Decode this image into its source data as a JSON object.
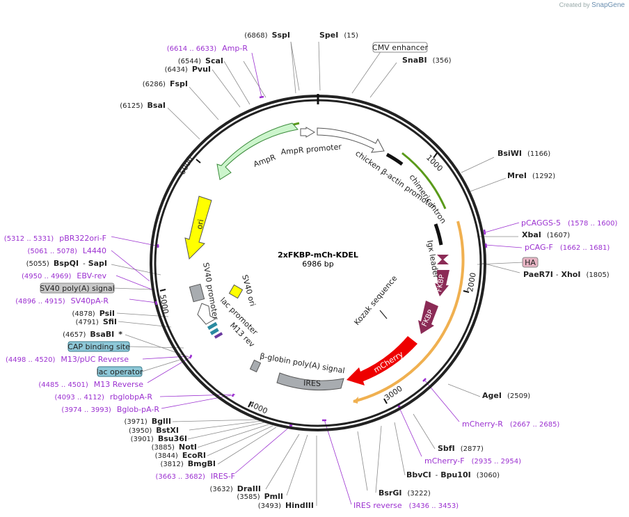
{
  "credit": {
    "prefix": "Created by",
    "brand": "SnapGene"
  },
  "plasmid": {
    "name": "2xFKBP-mCh-KDEL",
    "length_label": "6986 bp",
    "length": 6986
  },
  "colors": {
    "backbone": "#222222",
    "primer": "#9b30d0",
    "site_line": "#888888",
    "yellow": "#ffff00",
    "ampr": "#ccf5cc",
    "ampr_border": "#3a8a3a",
    "fkbp": "#8b2b56",
    "mcherry": "#ee0000",
    "gray_feature": "#a8acb0",
    "promoter_fill": "#ffffff",
    "intron": "#111111",
    "green_arc": "#5a9a1a",
    "orange_arc": "#f0b050",
    "cap_box": "#8ec8d8",
    "label_box_gray": "#c8c8c8",
    "ha_box": "#e8b4c4"
  },
  "tick_labels": [
    "1000",
    "2000",
    "3000",
    "4000",
    "5000",
    "6000"
  ],
  "sites": [
    {
      "name": "SpeI",
      "pos": "(15)"
    },
    {
      "name": "SnaBI",
      "pos": "(356)"
    },
    {
      "name": "BsiWI",
      "pos": "(1166)"
    },
    {
      "name": "MreI",
      "pos": "(1292)"
    },
    {
      "name": "XbaI",
      "pos": "(1607)"
    },
    {
      "name": "PaeR7I",
      "name2": "XhoI",
      "pos": "(1805)"
    },
    {
      "name": "AgeI",
      "pos": "(2509)"
    },
    {
      "name": "SbfI",
      "pos": "(2877)"
    },
    {
      "name": "BbvCI",
      "name2": "Bpu10I",
      "pos": "(3060)"
    },
    {
      "name": "BsrGI",
      "pos": "(3222)"
    },
    {
      "name": "HindIII",
      "pos": "(3493)"
    },
    {
      "name": "PmlI",
      "pos": "(3585)"
    },
    {
      "name": "DraIII",
      "pos": "(3632)"
    },
    {
      "name": "BmgBI",
      "pos": "(3812)"
    },
    {
      "name": "EcoRI",
      "pos": "(3844)"
    },
    {
      "name": "NotI",
      "pos": "(3885)"
    },
    {
      "name": "Bsu36I",
      "pos": "(3901)"
    },
    {
      "name": "BstXI",
      "pos": "(3950)"
    },
    {
      "name": "BglII",
      "pos": "(3971)"
    },
    {
      "name": "BsaBI",
      "star": "*",
      "pos": "(4657)"
    },
    {
      "name": "SfiI",
      "pos": "(4791)"
    },
    {
      "name": "PsiI",
      "pos": "(4878)"
    },
    {
      "name": "BspQI",
      "name2": "SapI",
      "pos": "(5055)"
    },
    {
      "name": "BsaI",
      "pos": "(6125)"
    },
    {
      "name": "FspI",
      "pos": "(6286)"
    },
    {
      "name": "PvuI",
      "pos": "(6434)"
    },
    {
      "name": "ScaI",
      "pos": "(6544)"
    },
    {
      "name": "SspI",
      "pos": "(6868)"
    }
  ],
  "primers": [
    {
      "name": "Amp-R",
      "range": "(6614 .. 6633)"
    },
    {
      "name": "pCAGGS-5",
      "range": "(1578 .. 1600)"
    },
    {
      "name": "pCAG-F",
      "range": "(1662 .. 1681)"
    },
    {
      "name": "mCherry-R",
      "range": "(2667 .. 2685)"
    },
    {
      "name": "mCherry-F",
      "range": "(2935 .. 2954)"
    },
    {
      "name": "IRES reverse",
      "range": "(3436 .. 3453)"
    },
    {
      "name": "IRES-F",
      "range": "(3663 .. 3682)"
    },
    {
      "name": "Bglob-pA-R",
      "range": "(3974 .. 3993)"
    },
    {
      "name": "rbglobpA-R",
      "range": "(4093 .. 4112)"
    },
    {
      "name": "M13 Reverse",
      "range": "(4485 .. 4501)"
    },
    {
      "name": "M13/pUC Reverse",
      "range": "(4498 .. 4520)"
    },
    {
      "name": "SV40pA-R",
      "range": "(4896 .. 4915)"
    },
    {
      "name": "EBV-rev",
      "range": "(4950 .. 4969)"
    },
    {
      "name": "L4440",
      "range": "(5061 .. 5078)"
    },
    {
      "name": "pBR322ori-F",
      "range": "(5312 .. 5331)"
    }
  ],
  "boxed_labels": {
    "cmv": "CMV enhancer",
    "ha": "HA",
    "sv40pa": "SV40 poly(A) signal",
    "cap": "CAP binding site",
    "lacop": "lac operator"
  },
  "features": {
    "ampr": "AmpR",
    "ampr_promoter": "AmpR promoter",
    "cba_promoter": "chicken β-actin promoter",
    "intron": "chimeric intron",
    "igk": "Igκ leader",
    "fkbp1": "FKBP",
    "fkbp2": "FKBP",
    "kozak": "Kozak sequence",
    "mcherry": "mCherry",
    "ires": "IRES",
    "bglobin": "β-globin poly(A) signal",
    "m13rev": "M13 rev",
    "lacp": "lac promoter",
    "sv40p": "SV40 promoter",
    "sv40ori": "SV40 ori",
    "ori": "ori"
  }
}
